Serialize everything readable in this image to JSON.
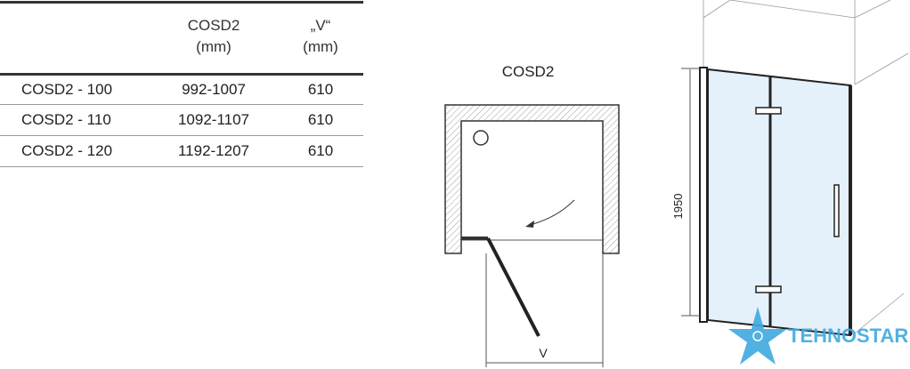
{
  "table": {
    "headers": [
      {
        "line1": "COSD2",
        "line2": "(mm)"
      },
      {
        "line1": "„V“",
        "line2": "(mm)"
      }
    ],
    "rows": [
      {
        "model": "COSD2 - 100",
        "range": "992-1007",
        "v": "610"
      },
      {
        "model": "COSD2 - 110",
        "range": "1092-1107",
        "v": "610"
      },
      {
        "model": "COSD2 - 120",
        "range": "1192-1207",
        "v": "610"
      }
    ]
  },
  "plan": {
    "title": "COSD2",
    "dimension_label": "V"
  },
  "elevation": {
    "height_label": "1950"
  },
  "watermark": {
    "text": "TEHNOSTAR"
  },
  "colors": {
    "glass": "#e4f1fb",
    "logo": "#3fa9e0"
  }
}
